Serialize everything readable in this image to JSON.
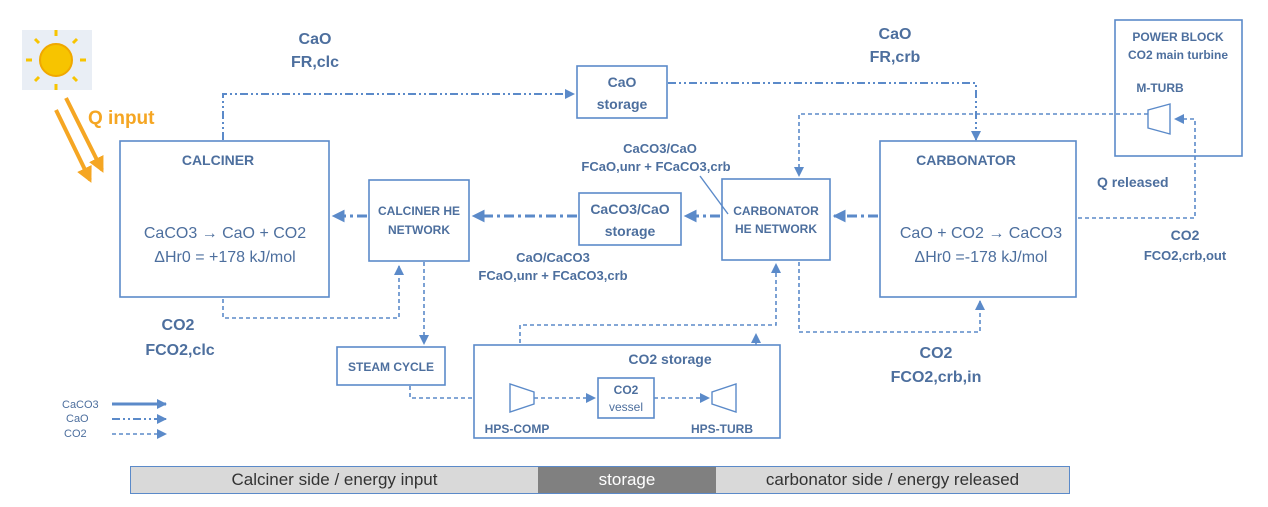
{
  "colors": {
    "line": "#5b8ac9",
    "text": "#4d6f9e",
    "q_input": "#f5a623",
    "sun": "#f7c400"
  },
  "icons": {
    "sun": "sun-icon",
    "heat_arrows": "heat-input-arrows-icon",
    "compressor": "compressor-icon",
    "turbine": "turbine-icon"
  },
  "q_input": "Q input",
  "cao_flow_clc": {
    "line1": "CaO",
    "line2": "FR,clc"
  },
  "cao_flow_crb": {
    "line1": "CaO",
    "line2": "FR,crb"
  },
  "cao_storage": {
    "line1": "CaO",
    "line2": "storage"
  },
  "power_block": {
    "line1": "POWER BLOCK",
    "line2": "CO2 main turbine",
    "turbine": "M-TURB"
  },
  "calciner": {
    "title": "CALCINER",
    "reaction": "CaCO3 → CaO + CO2",
    "enthalpy": "ΔHr0 = +178 kJ/mol"
  },
  "carbonator": {
    "title": "CARBONATOR",
    "reaction": "CaO + CO2 → CaCO3",
    "enthalpy": "ΔHr0 =-178 kJ/mol"
  },
  "calciner_he": {
    "line1": "CALCINER HE",
    "line2": "NETWORK"
  },
  "carbonator_he": {
    "line1": "CARBONATOR",
    "line2": "HE NETWORK"
  },
  "caco3_cao_storage": {
    "line1": "CaCO3/CaO",
    "line2": "storage"
  },
  "flow_top": {
    "line1": "CaCO3/CaO",
    "line2": "FCaO,unr + FCaCO3,crb"
  },
  "flow_bottom": {
    "line1": "CaO/CaCO3",
    "line2": "FCaO,unr + FCaCO3,crb"
  },
  "q_released": "Q released",
  "co2_out": {
    "line1": "CO2",
    "line2": "FCO2,crb,out"
  },
  "co2_clc": {
    "line1": "CO2",
    "line2": "FCO2,clc"
  },
  "co2_crb_in": {
    "line1": "CO2",
    "line2": "FCO2,crb,in"
  },
  "steam_cycle": "STEAM CYCLE",
  "co2_storage": {
    "title": "CO2 storage",
    "comp": "HPS-COMP",
    "vessel_line1": "CO2",
    "vessel_line2": "vessel",
    "turb": "HPS-TURB"
  },
  "legend": {
    "caco3": "CaCO3",
    "cao": "CaO",
    "co2": "CO2"
  },
  "bottom_bar": {
    "calciner_side": "Calciner side / energy input",
    "storage": "storage",
    "carbonator_side": "carbonator side / energy released"
  }
}
